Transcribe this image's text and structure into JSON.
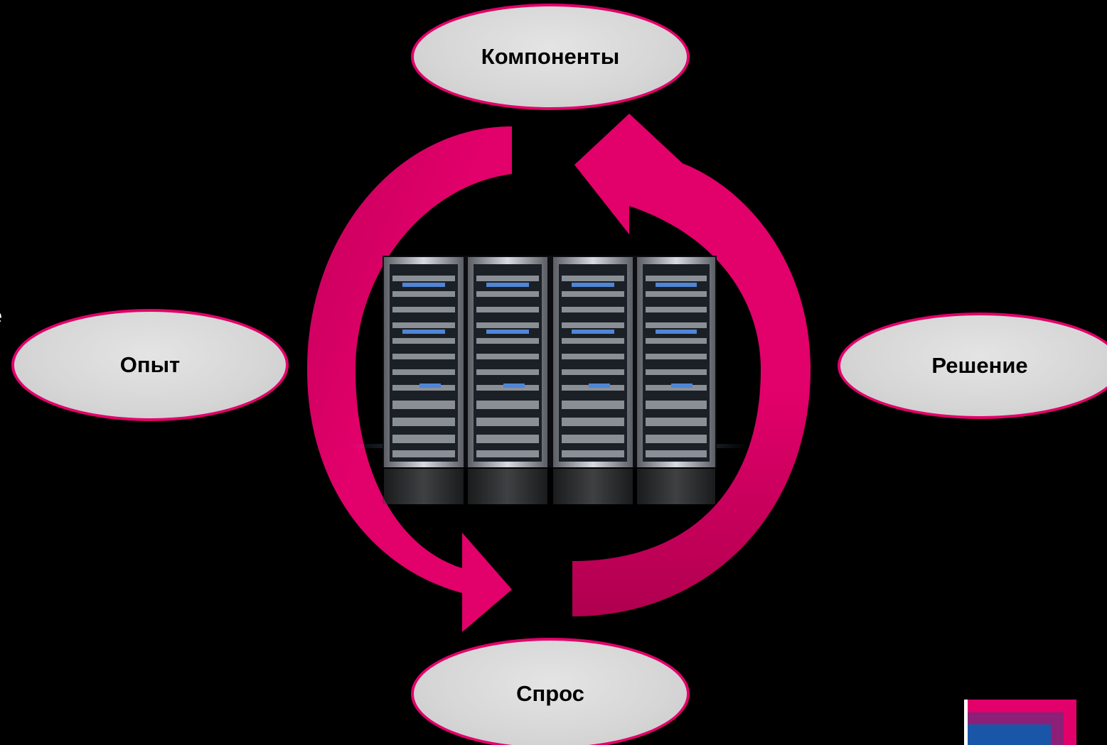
{
  "colors": {
    "background": "#000000",
    "arrow": "#e2006a",
    "arrow_dark": "#a8004e",
    "node_border": "#e2006a",
    "node_fill": "#d6d6d6",
    "logo_pink": "#e2006a",
    "logo_purple": "#8c1f78",
    "logo_blue": "#1a56a8"
  },
  "diagram": {
    "nodes": {
      "top": "Компоненты",
      "left": "Опыт",
      "right": "Решение",
      "bottom": "Спрос"
    },
    "left_edge_fragment": "е",
    "center_image": "server-racks-image",
    "logo": "corner-logo"
  }
}
